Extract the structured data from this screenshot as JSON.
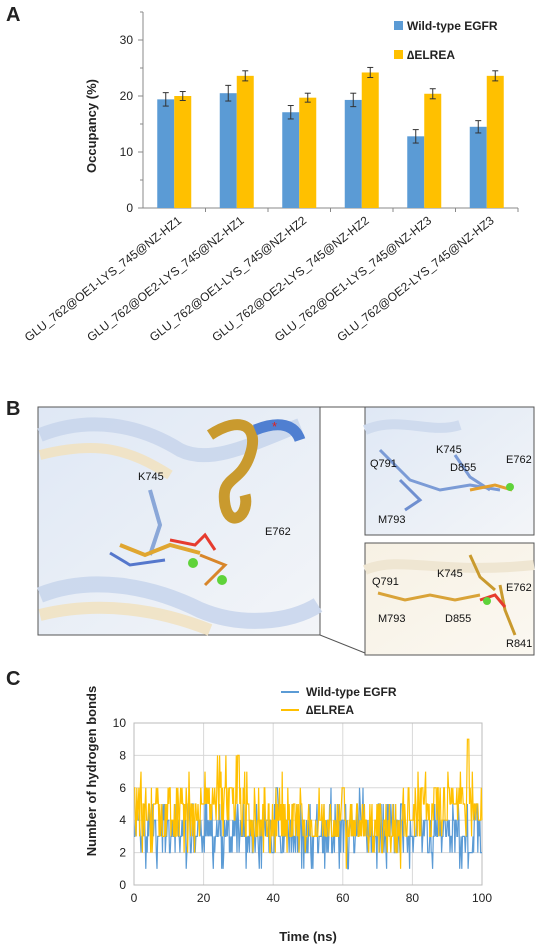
{
  "panels": {
    "a": "A",
    "b": "B",
    "c": "C"
  },
  "colors": {
    "wild_type": "#5b9bd5",
    "delta": "#ffc000",
    "axis": "#888888"
  },
  "chart_data": [
    {
      "panel": "A",
      "type": "bar",
      "categories": [
        "GLU_762@OE1-LYS_745@NZ-HZ1",
        "GLU_762@OE2-LYS_745@NZ-HZ1",
        "GLU_762@OE1-LYS_745@NZ-HZ2",
        "GLU_762@OE2-LYS_745@NZ-HZ2",
        "GLU_762@OE1-LYS_745@NZ-HZ3",
        "GLU_762@OE2-LYS_745@NZ-HZ3"
      ],
      "series": [
        {
          "name": "Wild-type EGFR",
          "values": [
            19.4,
            20.5,
            17.1,
            19.3,
            12.8,
            14.5
          ],
          "errors": [
            1.2,
            1.4,
            1.2,
            1.2,
            1.2,
            1.1
          ]
        },
        {
          "name": "∆ELREA",
          "values": [
            20.0,
            23.6,
            19.7,
            24.2,
            20.4,
            23.6
          ],
          "errors": [
            0.8,
            0.9,
            0.8,
            0.9,
            0.9,
            0.9
          ]
        }
      ],
      "ylabel": "Occupancy (%)",
      "ylim": [
        0,
        35
      ],
      "yticks": [
        0,
        10,
        20,
        30
      ],
      "grid": false,
      "legend": "top-right"
    },
    {
      "panel": "C",
      "type": "line",
      "xlabel": "Time (ns)",
      "ylabel": "Number of hydrogen bonds",
      "xlim": [
        0,
        100
      ],
      "ylim": [
        0,
        10
      ],
      "xticks": [
        0,
        20,
        40,
        60,
        80,
        100
      ],
      "yticks": [
        0,
        2,
        4,
        6,
        8,
        10
      ],
      "grid": true,
      "legend": "top-center",
      "series": [
        {
          "name": "Wild-type EGFR",
          "mean": 3.2,
          "min": 1,
          "max": 6
        },
        {
          "name": "∆ELREA",
          "mean": 4.2,
          "min": 1,
          "max": 9
        }
      ]
    }
  ],
  "structure": {
    "main_labels": [
      "K745",
      "E762"
    ],
    "top_inset_labels": [
      "Q791",
      "K745",
      "D855",
      "E762",
      "M793"
    ],
    "bottom_inset_labels": [
      "Q791",
      "K745",
      "E762",
      "M793",
      "D855",
      "R841"
    ],
    "star": "*"
  }
}
